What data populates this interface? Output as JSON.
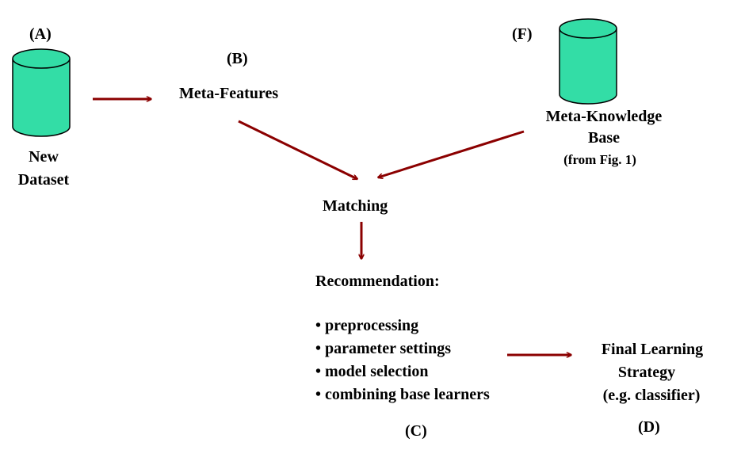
{
  "colors": {
    "arrow": "#8b0000",
    "cylinder_fill": "#33dda6",
    "cylinder_stroke": "#000000",
    "text": "#000000"
  },
  "labels": {
    "a": "(A)",
    "b": "(B)",
    "c": "(C)",
    "d": "(D)",
    "f": "(F)"
  },
  "new_dataset": {
    "line1": "New",
    "line2": "Dataset",
    "icon": "database-cylinder"
  },
  "meta_features": "Meta-Features",
  "meta_knowledge_base": {
    "line1": "Meta-Knowledge",
    "line2": "Base",
    "note": "(from Fig. 1)",
    "icon": "database-cylinder"
  },
  "matching": "Matching",
  "recommendation": {
    "title": "Recommendation:",
    "items": [
      "• preprocessing",
      "• parameter settings",
      "• model selection",
      "• combining base learners"
    ]
  },
  "final_strategy": {
    "line1": "Final Learning",
    "line2": "Strategy",
    "line3": "(e.g. classifier)"
  }
}
